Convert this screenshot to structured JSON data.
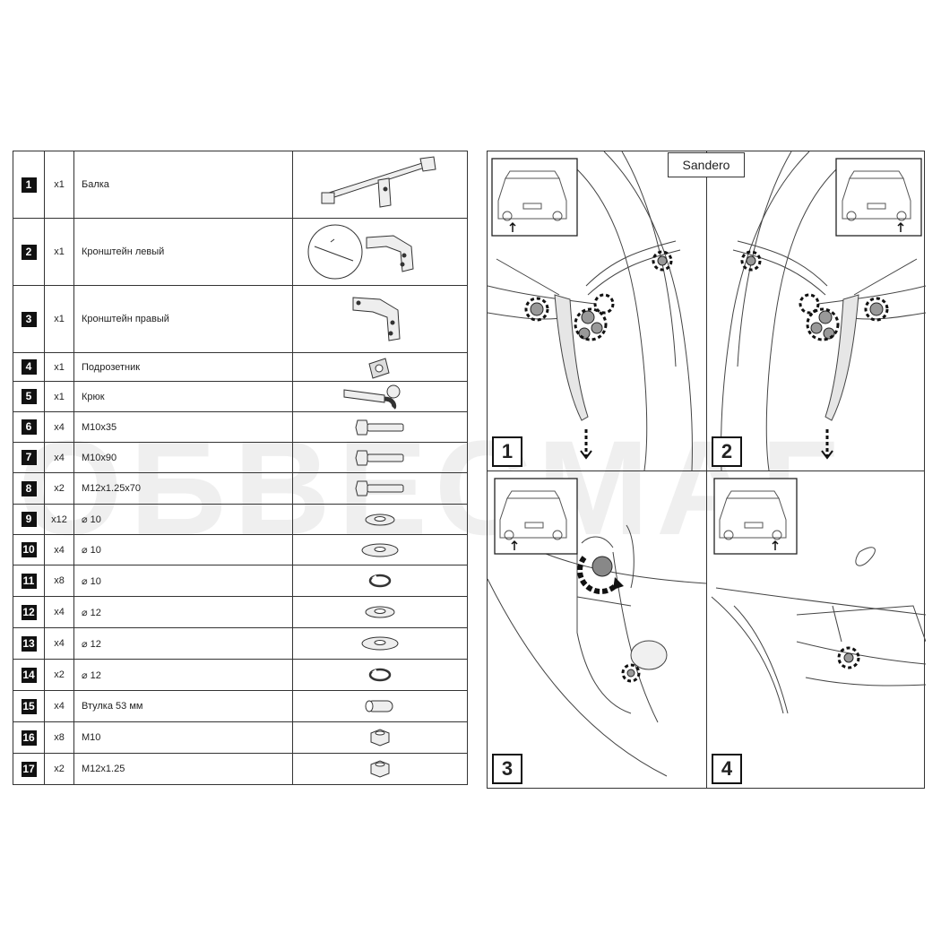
{
  "parts": [
    {
      "num": "1",
      "qty": "x1",
      "name": "Балка",
      "icon": "tow-beam-icon"
    },
    {
      "num": "2",
      "qty": "x1",
      "name": "Кронштейн левый",
      "icon": "left-bracket-icon"
    },
    {
      "num": "3",
      "qty": "x1",
      "name": "Кронштейн правый",
      "icon": "right-bracket-icon"
    },
    {
      "num": "4",
      "qty": "x1",
      "name": "Подрозетник",
      "icon": "socket-plate-icon"
    },
    {
      "num": "5",
      "qty": "x1",
      "name": "Крюк",
      "icon": "tow-ball-hook-icon"
    },
    {
      "num": "6",
      "qty": "x4",
      "name": "M10x35",
      "icon": "bolt-icon"
    },
    {
      "num": "7",
      "qty": "x4",
      "name": "M10x90",
      "icon": "bolt-icon"
    },
    {
      "num": "8",
      "qty": "x2",
      "name": "M12x1.25x70",
      "icon": "bolt-icon"
    },
    {
      "num": "9",
      "qty": "x12",
      "name": "⌀ 10",
      "icon": "flat-washer-icon"
    },
    {
      "num": "10",
      "qty": "x4",
      "name": "⌀ 10",
      "icon": "wide-washer-icon"
    },
    {
      "num": "11",
      "qty": "x8",
      "name": "⌀ 10",
      "icon": "spring-washer-icon"
    },
    {
      "num": "12",
      "qty": "x4",
      "name": "⌀ 12",
      "icon": "flat-washer-icon"
    },
    {
      "num": "13",
      "qty": "x4",
      "name": "⌀ 12",
      "icon": "wide-washer-icon"
    },
    {
      "num": "14",
      "qty": "x2",
      "name": "⌀ 12",
      "icon": "spring-washer-icon"
    },
    {
      "num": "15",
      "qty": "x4",
      "name": "Втулка 53 мм",
      "icon": "sleeve-icon"
    },
    {
      "num": "16",
      "qty": "x8",
      "name": "M10",
      "icon": "nut-icon"
    },
    {
      "num": "17",
      "qty": "x2",
      "name": "M12x1.25",
      "icon": "nut-icon"
    }
  ],
  "diagram": {
    "model": "Sandero",
    "steps": [
      "1",
      "2",
      "3",
      "4"
    ]
  },
  "watermark": "ОБВЕСМАГ"
}
